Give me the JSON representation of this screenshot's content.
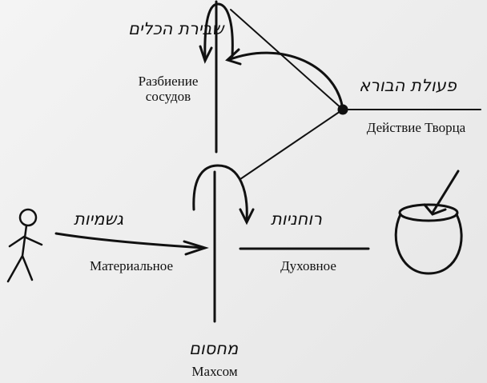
{
  "labels": {
    "breaking_ru": "Разбиение сосудов",
    "creator_action_ru": "Действие Творца",
    "material_ru": "Материальное",
    "spiritual_ru": "Духовное",
    "machsom_ru": "Махсом"
  },
  "hebrew": {
    "breaking": "שבירת הכלים",
    "creator_action": "פעולת הבורא",
    "material": "גשמיות",
    "spiritual": "רוחניות",
    "machsom": "מחסום"
  }
}
